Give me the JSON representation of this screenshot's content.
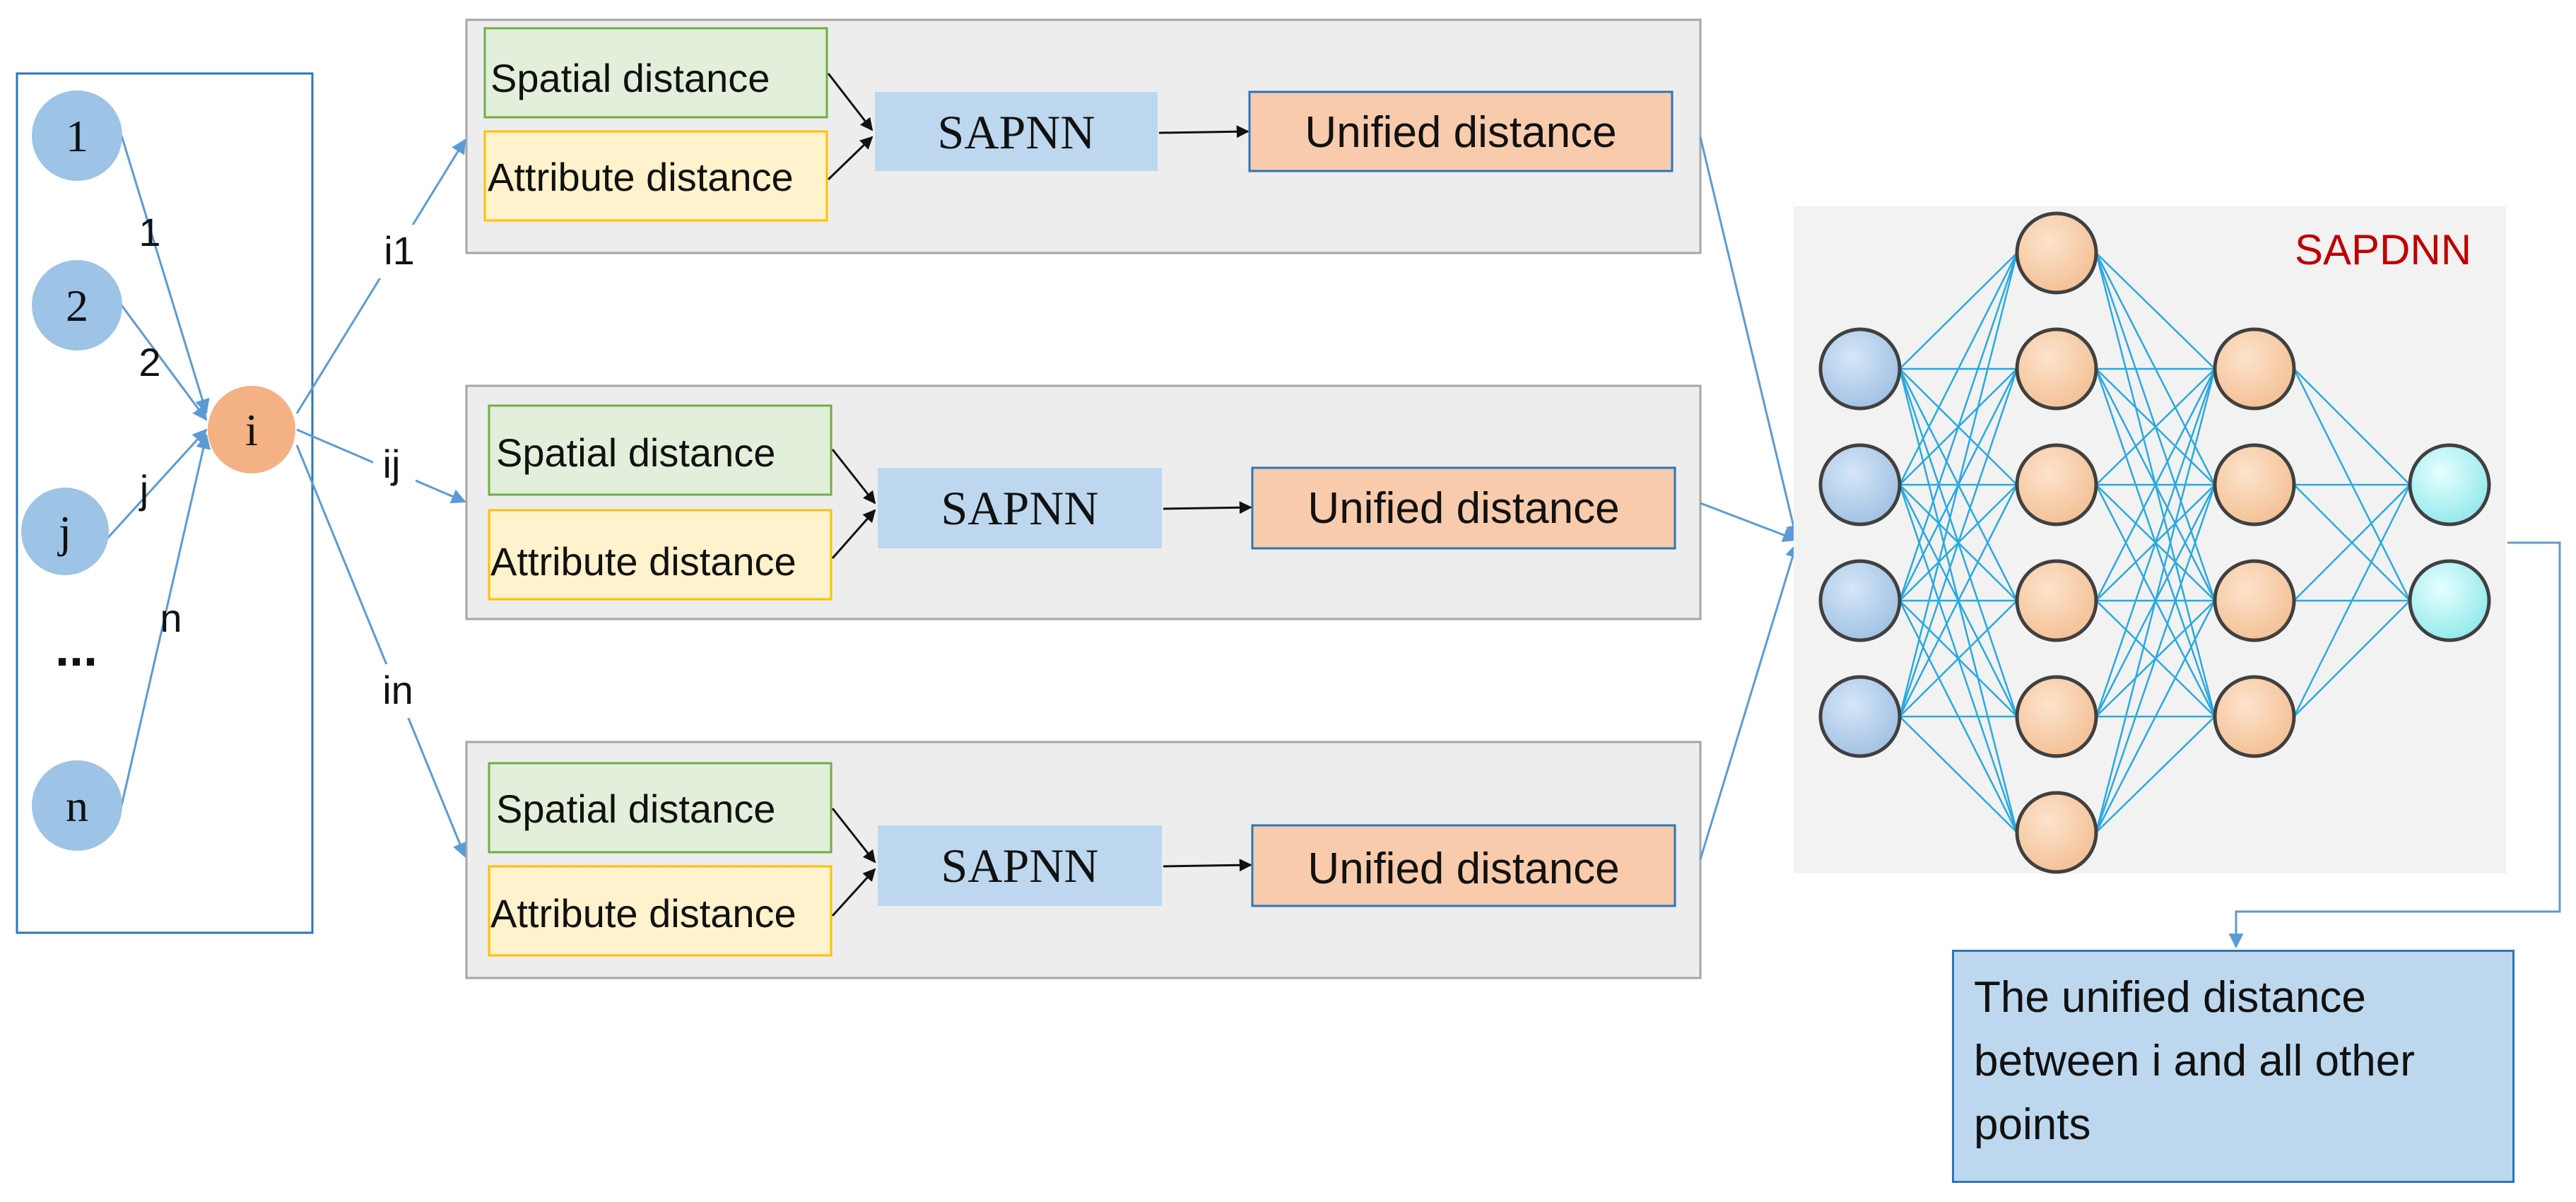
{
  "title": "",
  "left_panel": {
    "nodes": [
      {
        "label": "1",
        "edge_label": "1"
      },
      {
        "label": "2",
        "edge_label": "2"
      },
      {
        "label": "j",
        "edge_label": "j"
      },
      {
        "label": "...",
        "edge_label": ""
      },
      {
        "label": "n",
        "edge_label": "n"
      }
    ],
    "center_node": "i"
  },
  "branches": [
    {
      "edge_label": "i1",
      "spatial": "Spatial distance",
      "attribute": "Attribute distance",
      "model": "SAPNN",
      "output": "Unified distance"
    },
    {
      "edge_label": "ij",
      "spatial": "Spatial distance",
      "attribute": "Attribute distance",
      "model": "SAPNN",
      "output": "Unified distance"
    },
    {
      "edge_label": "in",
      "spatial": "Spatial distance",
      "attribute": "Attribute distance",
      "model": "SAPNN",
      "output": "Unified distance"
    }
  ],
  "network": {
    "label": "SAPDNN",
    "layers": [
      4,
      6,
      4,
      2
    ],
    "colors": {
      "input": "#a9c4e4",
      "hidden": "#f6c6a0",
      "output": "#a9f0f0",
      "edge": "#29a9e1",
      "label": "#c00000"
    }
  },
  "result": {
    "lines": [
      "The unified distance",
      "between i and all other",
      "points"
    ]
  },
  "colors": {
    "node_blue": "#9dc3e6",
    "node_orange": "#f4b183",
    "spatial_fill": "#e2efda",
    "spatial_border": "#70ad47",
    "attribute_fill": "#fff2cc",
    "attribute_border": "#ffc000",
    "model_fill": "#bdd7ee",
    "output_fill": "#f8cbad",
    "output_border": "#2e75b6",
    "panel_fill": "#ededed",
    "connector": "#5b9bd5"
  }
}
